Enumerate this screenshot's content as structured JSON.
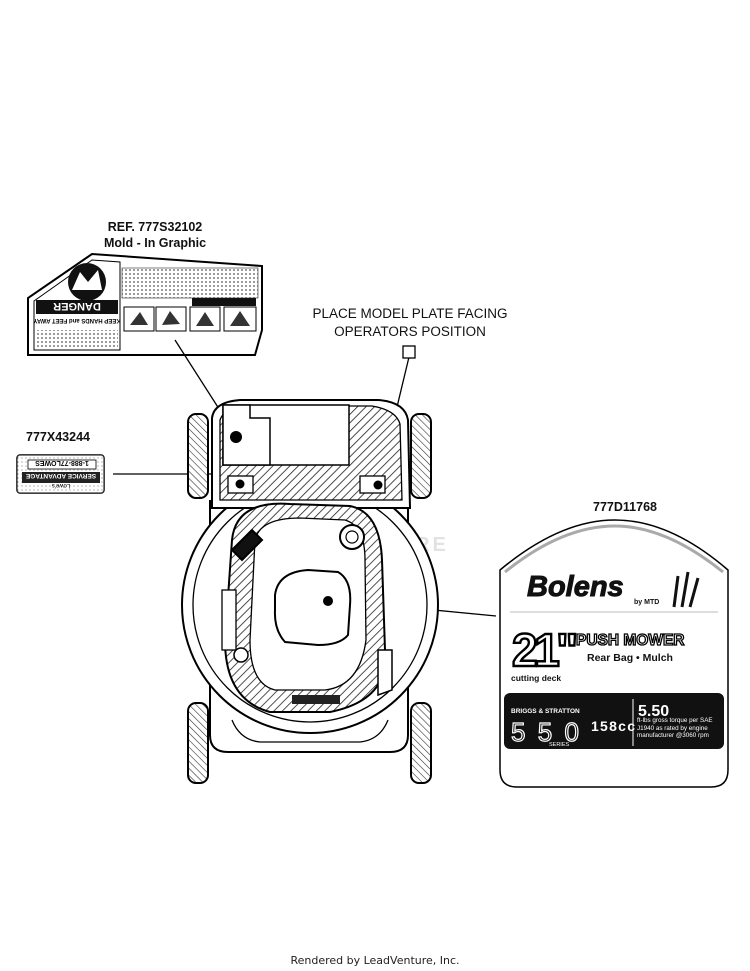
{
  "labels": {
    "ref_danger": "REF. 777S32102",
    "mold_in_graphic": "Mold - In Graphic",
    "model_plate_line1": "PLACE MODEL PLATE FACING",
    "model_plate_line2": "OPERATORS POSITION",
    "service_label_part": "777X43244",
    "bolens_decal_part": "777D11768"
  },
  "danger_decal": {
    "heading": "DANGER",
    "subheading": "KEEP HANDS and FEET AWAY"
  },
  "service_decal": {
    "brand": "Lowe's",
    "line1": "SERVICE ADVANTAGE",
    "phone": "1-888-77LOWES"
  },
  "bolens_decal": {
    "brand": "Bolens",
    "by_mtd": "by MTD",
    "size": "21\"",
    "product": "PUSH MOWER",
    "features": "Rear Bag • Mulch",
    "cutting_deck": "cutting deck",
    "engine_brand": "BRIGGS & STRATTON",
    "engine_series": "550",
    "series_word": "SERIES",
    "displacement": "158cc",
    "torque": "5.50",
    "torque_desc": "ft-lbs gross torque per SAE J1940 as rated by engine manufacturer @3060 rpm"
  },
  "watermark": "NTURE",
  "footer": "Rendered by LeadVenture, Inc."
}
